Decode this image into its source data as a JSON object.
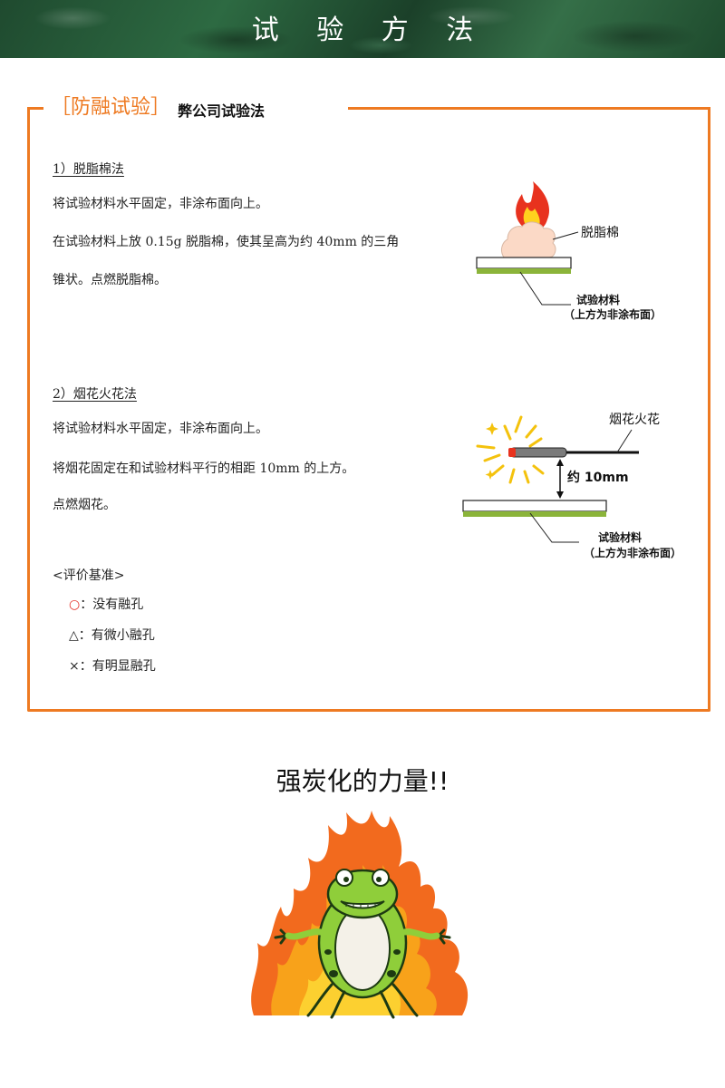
{
  "header": {
    "title": "试 验 方 法"
  },
  "section": {
    "tag": "［防融试验］",
    "subtitle": "弊公司试验法"
  },
  "method1": {
    "title": "1）脱脂棉法",
    "lines": [
      "将试验材料水平固定，非涂布面向上。",
      "在试验材料上放 0.15g 脱脂棉，使其呈高为约 40mm 的三角",
      "锥状。点燃脱脂棉。"
    ],
    "diagram": {
      "cotton_label": "脱脂棉",
      "material_label": "试验材料",
      "material_sub": "（上方为非涂布面）"
    }
  },
  "method2": {
    "title": "2）烟花火花法",
    "lines": [
      "将试验材料水平固定，非涂布面向上。",
      "将烟花固定在和试验材料平行的相距 10mm 的上方。",
      "点燃烟花。"
    ],
    "diagram": {
      "sparkler_label": "烟花火花",
      "distance_label": "约 10mm",
      "material_label": "试验材料",
      "material_sub": "（上方为非涂布面）"
    }
  },
  "criteria": {
    "title": "<评价基准>",
    "items": [
      {
        "symbol": "○",
        "text": "：没有融孔"
      },
      {
        "symbol": "△",
        "text": "：有微小融孔"
      },
      {
        "symbol": "×",
        "text": "：有明显融孔"
      }
    ]
  },
  "slogan": "强炭化的力量!!",
  "colors": {
    "accent": "#ee7a22",
    "banner": "#2d6a42",
    "material_green": "#8bb43a",
    "red": "#e53028"
  }
}
